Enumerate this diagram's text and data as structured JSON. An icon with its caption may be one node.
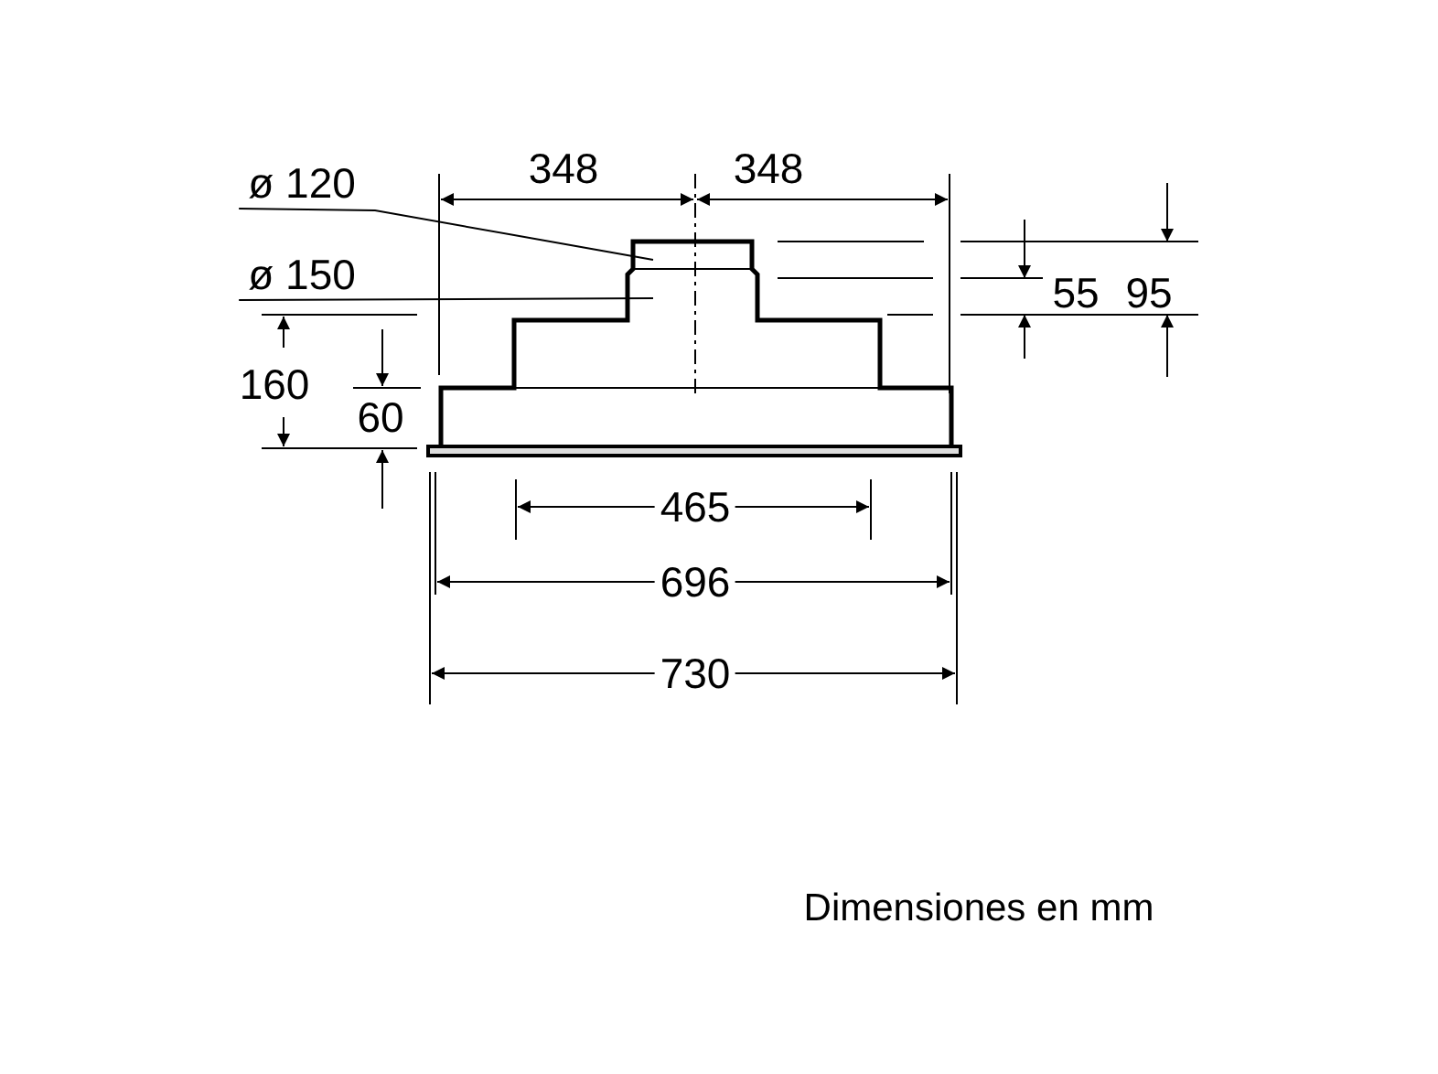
{
  "diagram": {
    "nodes": [
      {
        "text": [
          "ø 120"
        ]
      },
      {
        "text": [
          "ø 150"
        ]
      }
    ],
    "edges": [
      {
        "from": 0,
        "to": null,
        "arrow": "none"
      },
      {
        "from": 1,
        "to": null,
        "arrow": "none"
      }
    ],
    "labels": [
      "348",
      "348",
      "55",
      "95",
      "160",
      "60",
      "465",
      "696",
      "730",
      "Dimensiones en mm"
    ]
  }
}
